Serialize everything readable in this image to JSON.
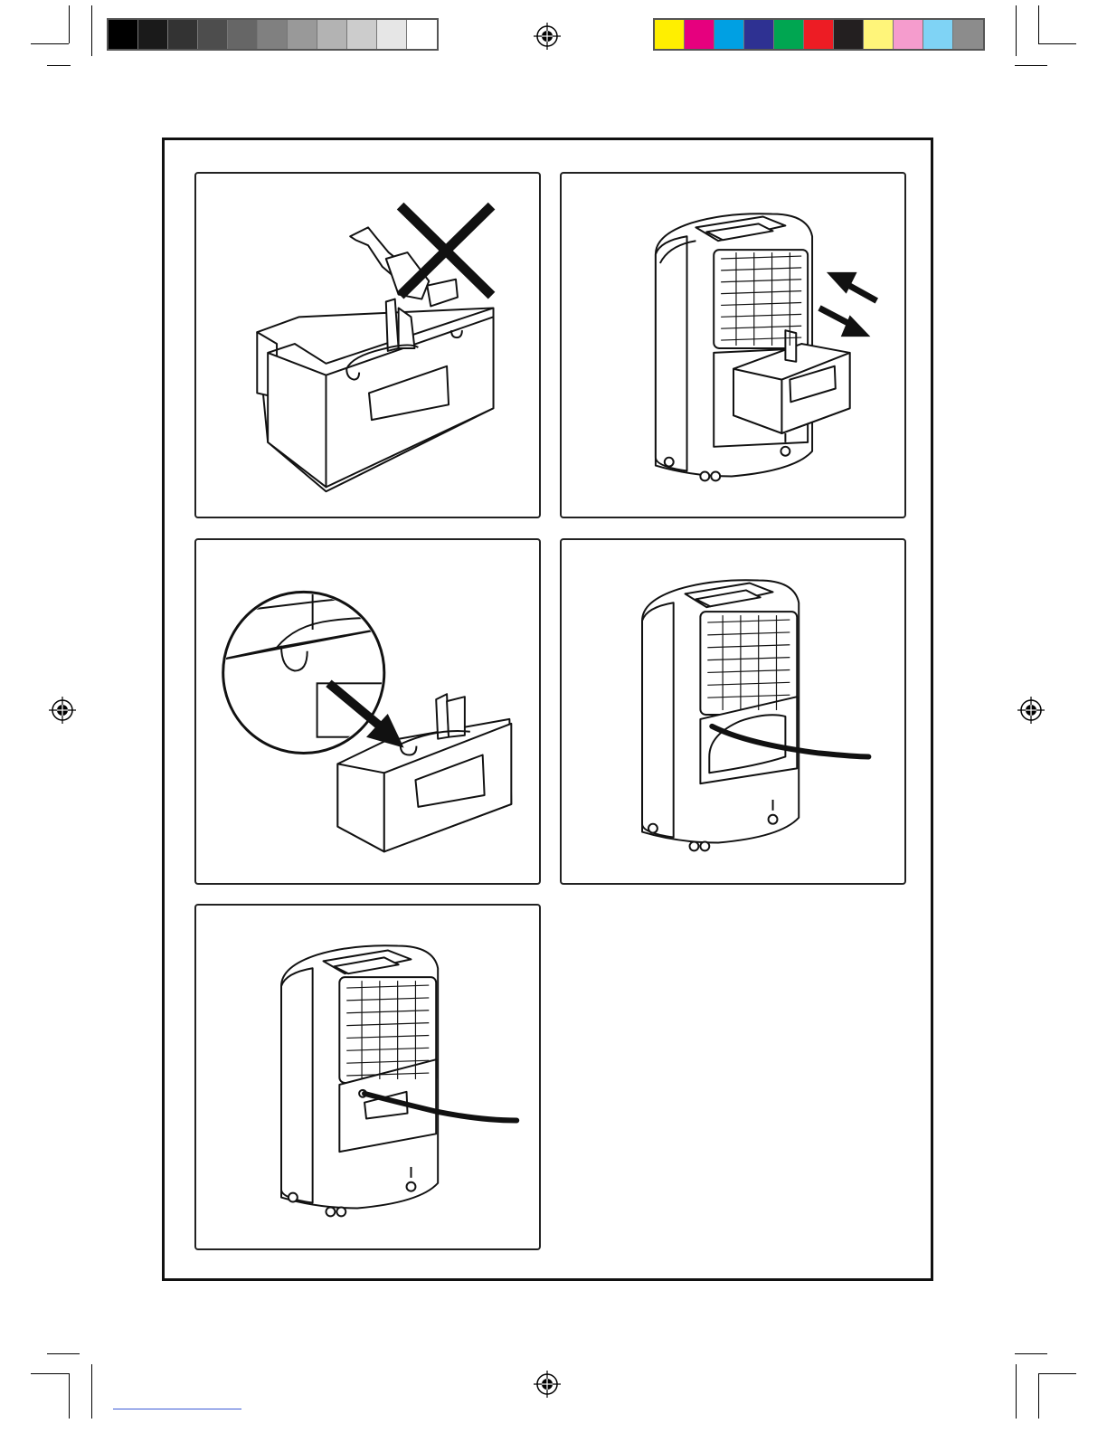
{
  "color_bars": {
    "grayscale": [
      "#000000",
      "#1a1a1a",
      "#333333",
      "#4d4d4d",
      "#666666",
      "#808080",
      "#999999",
      "#b3b3b3",
      "#cccccc",
      "#e6e6e6",
      "#ffffff"
    ],
    "process": [
      "#ffef00",
      "#e6007e",
      "#00a0e3",
      "#2e3192",
      "#00a651",
      "#ed1c24",
      "#231f20",
      "#fff57a",
      "#f59ccd",
      "#7fd3f5",
      "#8c8c8c"
    ]
  },
  "icons": {
    "registration_mark": "registration-target-icon",
    "crop_mark": "crop-mark-icon",
    "do_not": "cross-out-icon",
    "arrow": "arrow-icon"
  },
  "panels": [
    {
      "id": "panel-1",
      "depicts": "tank-with-float-cross-out-icon"
    },
    {
      "id": "panel-2",
      "depicts": "unit-tank-insert-remove-icon"
    },
    {
      "id": "panel-3",
      "depicts": "tank-detail-zoom-icon"
    },
    {
      "id": "panel-4",
      "depicts": "unit-hose-inside-icon"
    },
    {
      "id": "panel-5",
      "depicts": "unit-hose-outlet-icon"
    }
  ]
}
